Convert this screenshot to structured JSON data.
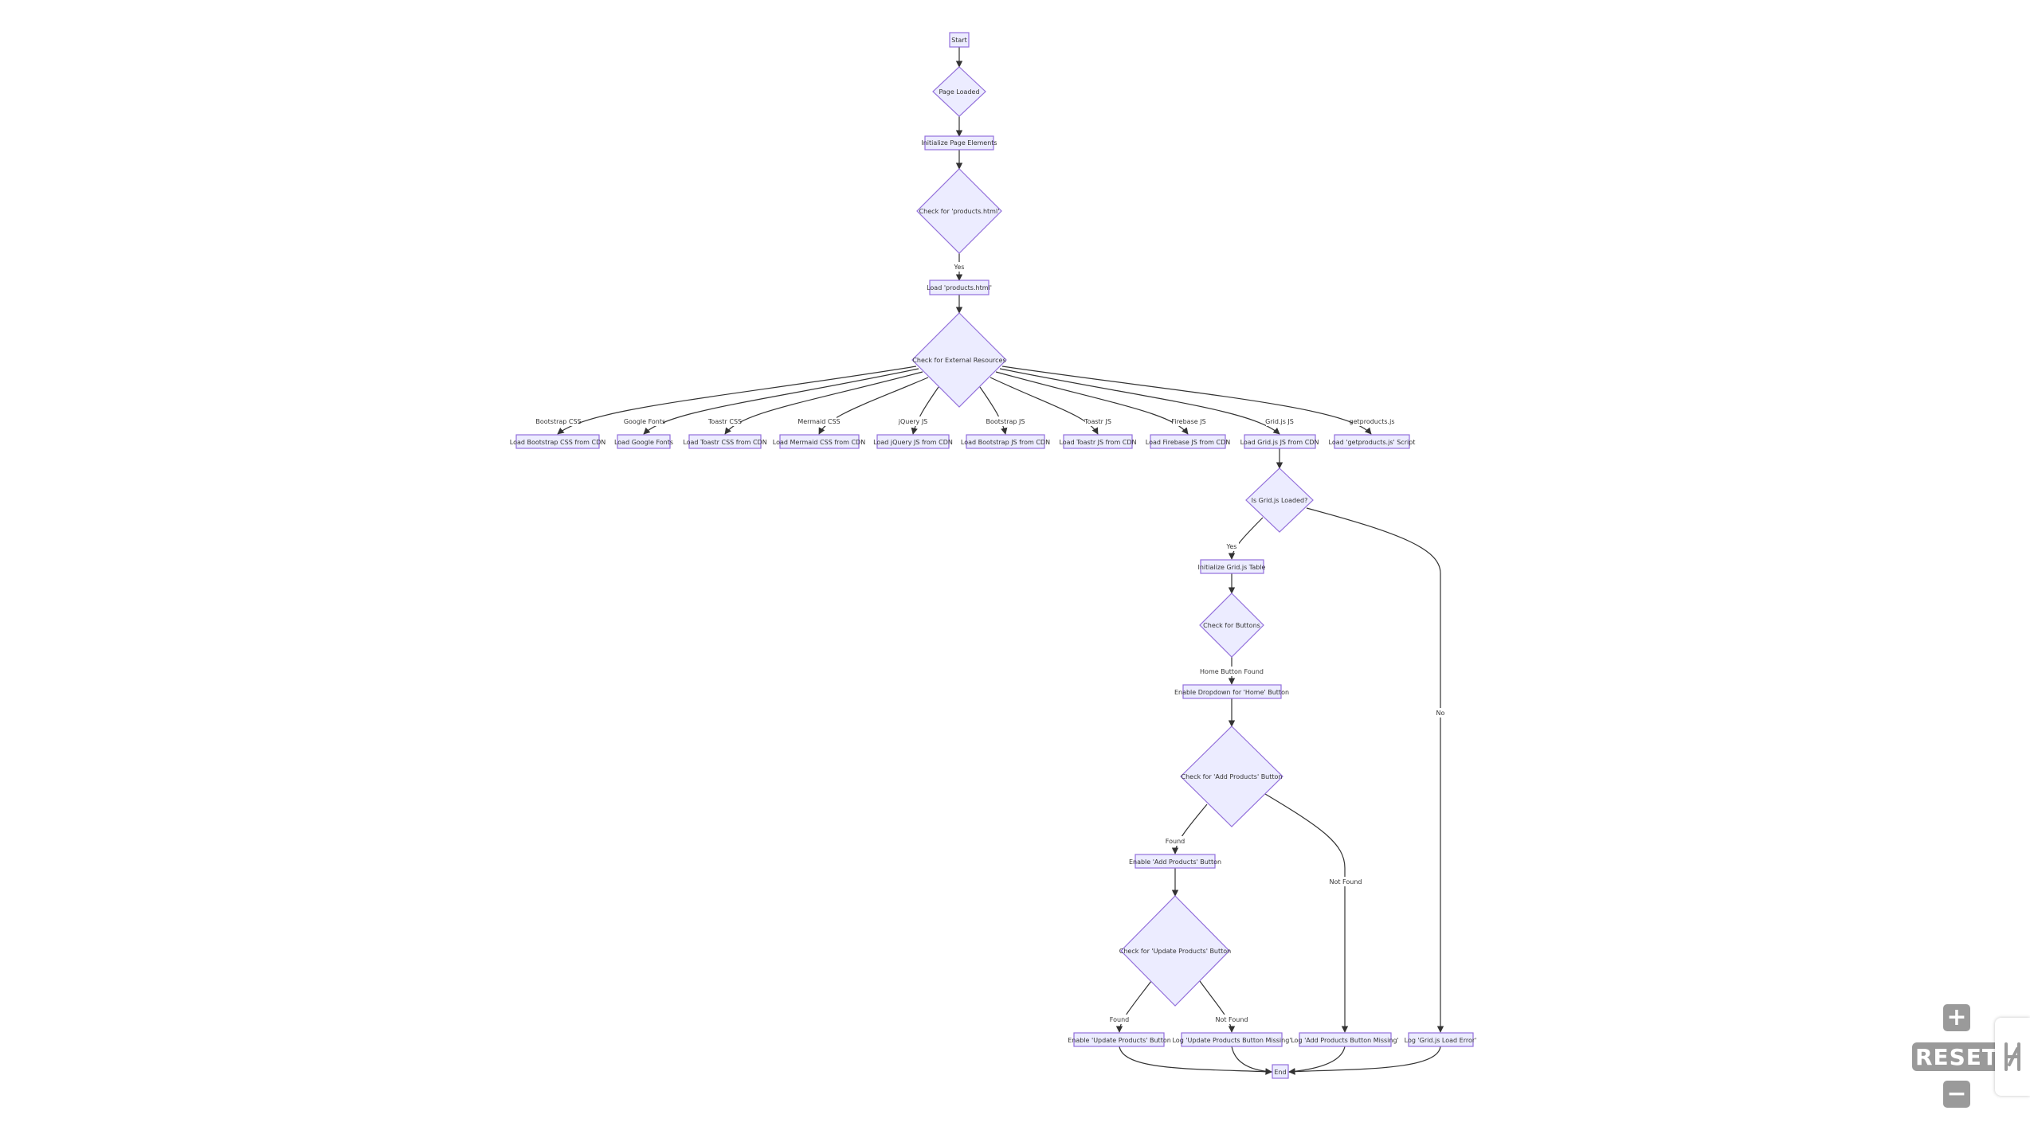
{
  "diagram": {
    "nodes": {
      "start": "Start",
      "page_loaded": "Page Loaded",
      "init_elements": "Initialize Page Elements",
      "check_products_html": "Check for 'products.html'",
      "load_products_html": "Load 'products.html'",
      "check_external": "Check for External Resources",
      "load_bootstrap_css": "Load Bootstrap CSS from CDN",
      "load_google_fonts": "Load Google Fonts",
      "load_toastr_css": "Load Toastr CSS from CDN",
      "load_mermaid_css": "Load Mermaid CSS from CDN",
      "load_jquery": "Load jQuery JS from CDN",
      "load_bootstrap_js": "Load Bootstrap JS from CDN",
      "load_toastr_js": "Load Toastr JS from CDN",
      "load_firebase_js": "Load Firebase JS from CDN",
      "load_gridjs": "Load Grid.js JS from CDN",
      "load_getproducts": "Load 'getproducts.js' Script",
      "is_grid_loaded": "Is Grid.js Loaded?",
      "init_grid_table": "Initialize Grid.js Table",
      "check_buttons": "Check for Buttons",
      "enable_home_dropdown": "Enable Dropdown for 'Home' Button",
      "check_add_products": "Check for 'Add Products' Button",
      "enable_add_products": "Enable 'Add Products' Button",
      "check_update_products": "Check for 'Update Products' Button",
      "enable_update_products": "Enable 'Update Products' Button",
      "log_update_missing": "Log 'Update Products Button Missing'",
      "log_add_missing": "Log 'Add Products Button Missing'",
      "log_grid_error": "Log 'Grid.js Load Error'",
      "end": "End"
    },
    "edge_labels": {
      "yes_products": "Yes",
      "bootstrap_css": "Bootstrap CSS",
      "google_fonts": "Google Fonts",
      "toastr_css": "Toastr CSS",
      "mermaid_css": "Mermaid CSS",
      "jquery_js": "jQuery JS",
      "bootstrap_js": "Bootstrap JS",
      "toastr_js": "Toastr JS",
      "firebase_js": "Firebase JS",
      "grid_js": "Grid.js JS",
      "getproducts_js": "getproducts.js",
      "yes_grid": "Yes",
      "no_grid": "No",
      "home_found": "Home Button Found",
      "add_found": "Found",
      "add_not_found": "Not Found",
      "update_found": "Found",
      "update_not_found": "Not Found"
    }
  },
  "controls": {
    "zoom_in": "+",
    "reset": "RESET",
    "zoom_out": "−"
  },
  "colors": {
    "node_fill": "#ECECFF",
    "node_stroke": "#9370DB",
    "edge": "#333333",
    "control_bg": "#9a9a9a"
  }
}
